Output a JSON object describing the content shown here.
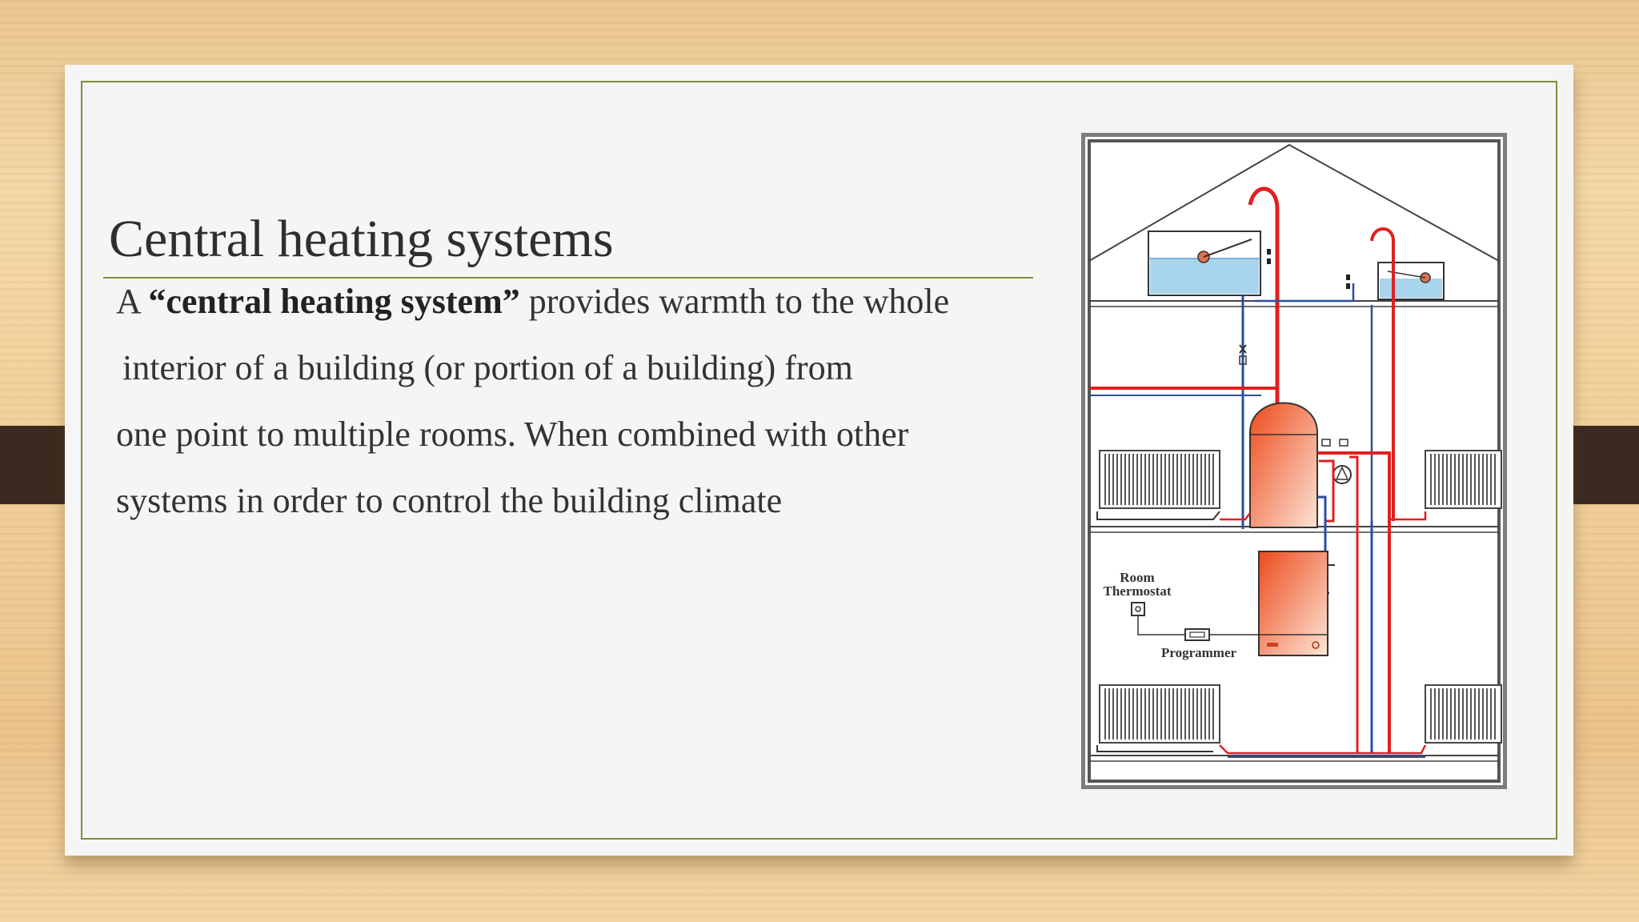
{
  "slide": {
    "title": "Central heating systems",
    "body": {
      "line1_prefix": "A ",
      "line1_bold": "“central heating system”",
      "line1_suffix": " provides warmth to the whole",
      "line2": "interior of a building (or portion of a building) from",
      "line3": "one point to multiple rooms. When combined with other",
      "line4": "systems in order to control the building climate"
    }
  },
  "diagram": {
    "labels": {
      "room": "Room",
      "thermostat": "Thermostat",
      "programmer": "Programmer"
    }
  },
  "colors": {
    "accent_rule": "#7e8e3b",
    "hot_pipe": "#e02020",
    "cold_pipe": "#2a4ea0",
    "water": "#a8d4ec"
  }
}
